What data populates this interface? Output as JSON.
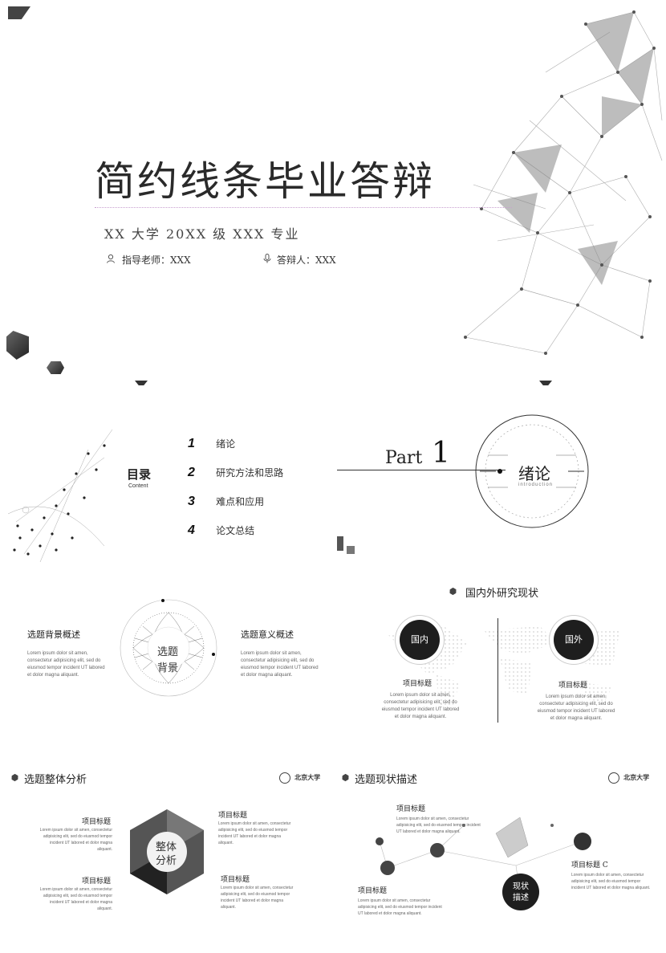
{
  "cover": {
    "title": "简约线条毕业答辩",
    "subtitle": "XX 大学 20XX 级 XXX 专业",
    "advisor_label": "指导老师：XXX",
    "respondent_label": "答辩人：XXX",
    "icons": {
      "advisor": "person-icon",
      "respondent": "mic-icon"
    },
    "accent_line_color": "#c9a0d0"
  },
  "toc": {
    "title": "目录",
    "title_en": "Content",
    "items": [
      {
        "num": "1",
        "label": "绪论"
      },
      {
        "num": "2",
        "label": "研究方法和思路"
      },
      {
        "num": "3",
        "label": "难点和应用"
      },
      {
        "num": "4",
        "label": "论文总结"
      }
    ]
  },
  "part": {
    "label": "Part",
    "num": "1",
    "title": "绪论",
    "subtitle": "introduction"
  },
  "background": {
    "left_title": "选题背景概述",
    "left_text": "Lorem ipsum dolor sit amen, consectetur adipisicing elit, sed do eiusmod tempor incident UT labored et dolor magna aliquant.",
    "center": [
      "选题",
      "背景"
    ],
    "right_title": "选题意义概述",
    "right_text": "Lorem ipsum dolor sit amen, consectetur adipisicing elit, sed do eiusmod tempor incident UT labored et dolor magna aliquant."
  },
  "research": {
    "header": "国内外研究现状",
    "left_circle": "国内",
    "right_circle": "国外",
    "left_title": "项目标题",
    "left_text": "Lorem ipsum dolor sit amen, consectetur adipisicing elit, sed do eiusmod tempor incident UT labored et dolor magna aliquant.",
    "right_title": "项目标题",
    "right_text": "Lorem ipsum dolor sit amen, consectetur adipisicing elit, sed do eiusmod tempor incident UT labored et dolor magna aliquant."
  },
  "analysis": {
    "header": "选题整体分析",
    "center": [
      "整体",
      "分析"
    ],
    "items": [
      {
        "title": "项目标题",
        "text": "Lorem ipsum dolor sit amen, consectetur adipisicing elit, sed do eiusmod tempor incident UT labored et dolor magna aliquant."
      },
      {
        "title": "项目标题",
        "text": "Lorem ipsum dolor sit amen, consectetur adipisicing elit, sed do eiusmod tempor incident UT labored et dolor magna aliquant."
      },
      {
        "title": "项目标题",
        "text": "Lorem ipsum dolor sit amen, consectetur adipisicing elit, sed do eiusmod tempor incident UT labored et dolor magna aliquant."
      },
      {
        "title": "项目标题",
        "text": "Lorem ipsum dolor sit amen, consectetur adipisicing elit, sed do eiusmod tempor incident UT labored et dolor magna aliquant."
      }
    ],
    "logo_text": "北京大学"
  },
  "status": {
    "header": "选题现状描述",
    "center": [
      "现状",
      "描述"
    ],
    "items": [
      {
        "title": "项目标题",
        "text": "Lorem ipsum dolor sit amen, consectetur adipisicing elit, sed do eiusmod tempor incident UT labored et dolor magna aliquant."
      },
      {
        "title": "项目标题 C",
        "text": "Lorem ipsum dolor sit amen, consectetur adipisicing elit, sed do eiusmod tempor incident UT labored et dolor magna aliquant."
      },
      {
        "title": "项目标题",
        "text": "Lorem ipsum dolor sit amen, consectetur adipisicing elit, sed do eiusmod tempor incident UT labored et dolor magna aliquant."
      }
    ],
    "logo_text": "北京大学"
  }
}
